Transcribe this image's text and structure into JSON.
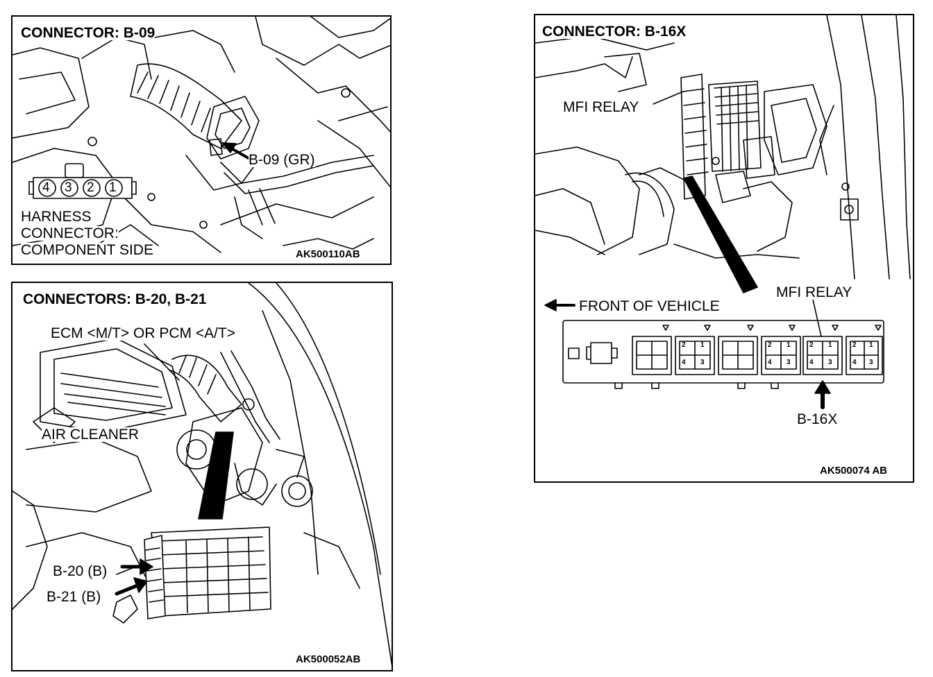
{
  "panel_b09": {
    "title": "CONNECTOR: B-09",
    "connector_label": "B-09 (GR)",
    "pins": [
      "4",
      "3",
      "2",
      "1"
    ],
    "harness_line1": "HARNESS",
    "harness_line2": "CONNECTOR:",
    "harness_line3": "COMPONENT SIDE",
    "code": "AK500110AB"
  },
  "panel_b20": {
    "title": "CONNECTORS: B-20, B-21",
    "ecm_label": "ECM <M/T> OR PCM <A/T>",
    "air_cleaner": "AIR CLEANER",
    "b20": "B-20 (B)",
    "b21": "B-21 (B)",
    "code": "AK500052AB"
  },
  "panel_b16x": {
    "title": "CONNECTOR: B-16X",
    "mfi_relay_top": "MFI RELAY",
    "mfi_relay_bottom": "MFI RELAY",
    "front_of_vehicle": "FRONT OF VEHICLE",
    "b16x": "B-16X",
    "relay_pins": [
      "2",
      "1",
      "4",
      "3"
    ],
    "code": "AK500074 AB"
  }
}
